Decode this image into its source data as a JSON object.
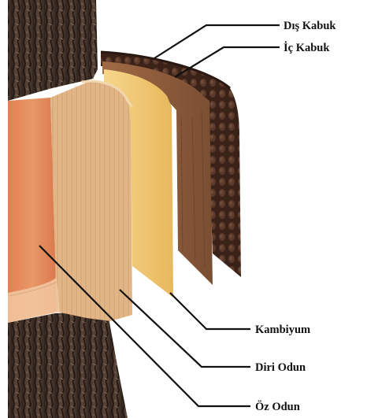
{
  "labels": {
    "outer_bark": "Dış Kabuk",
    "inner_bark": "İç Kabuk",
    "cambium": "Kambiyum",
    "sapwood": "Diri Odun",
    "heartwood": "Öz Odun"
  },
  "colors": {
    "bark_dark": "#3a2a22",
    "bark_mid": "#5a4538",
    "outer_bark_layer": "#4a2f24",
    "inner_bark_layer": "#8a5c3c",
    "cambium_layer": "#f0c873",
    "sapwood_layer": "#e2b585",
    "heartwood_layer": "#e08a5c",
    "leader_line": "#111111"
  }
}
